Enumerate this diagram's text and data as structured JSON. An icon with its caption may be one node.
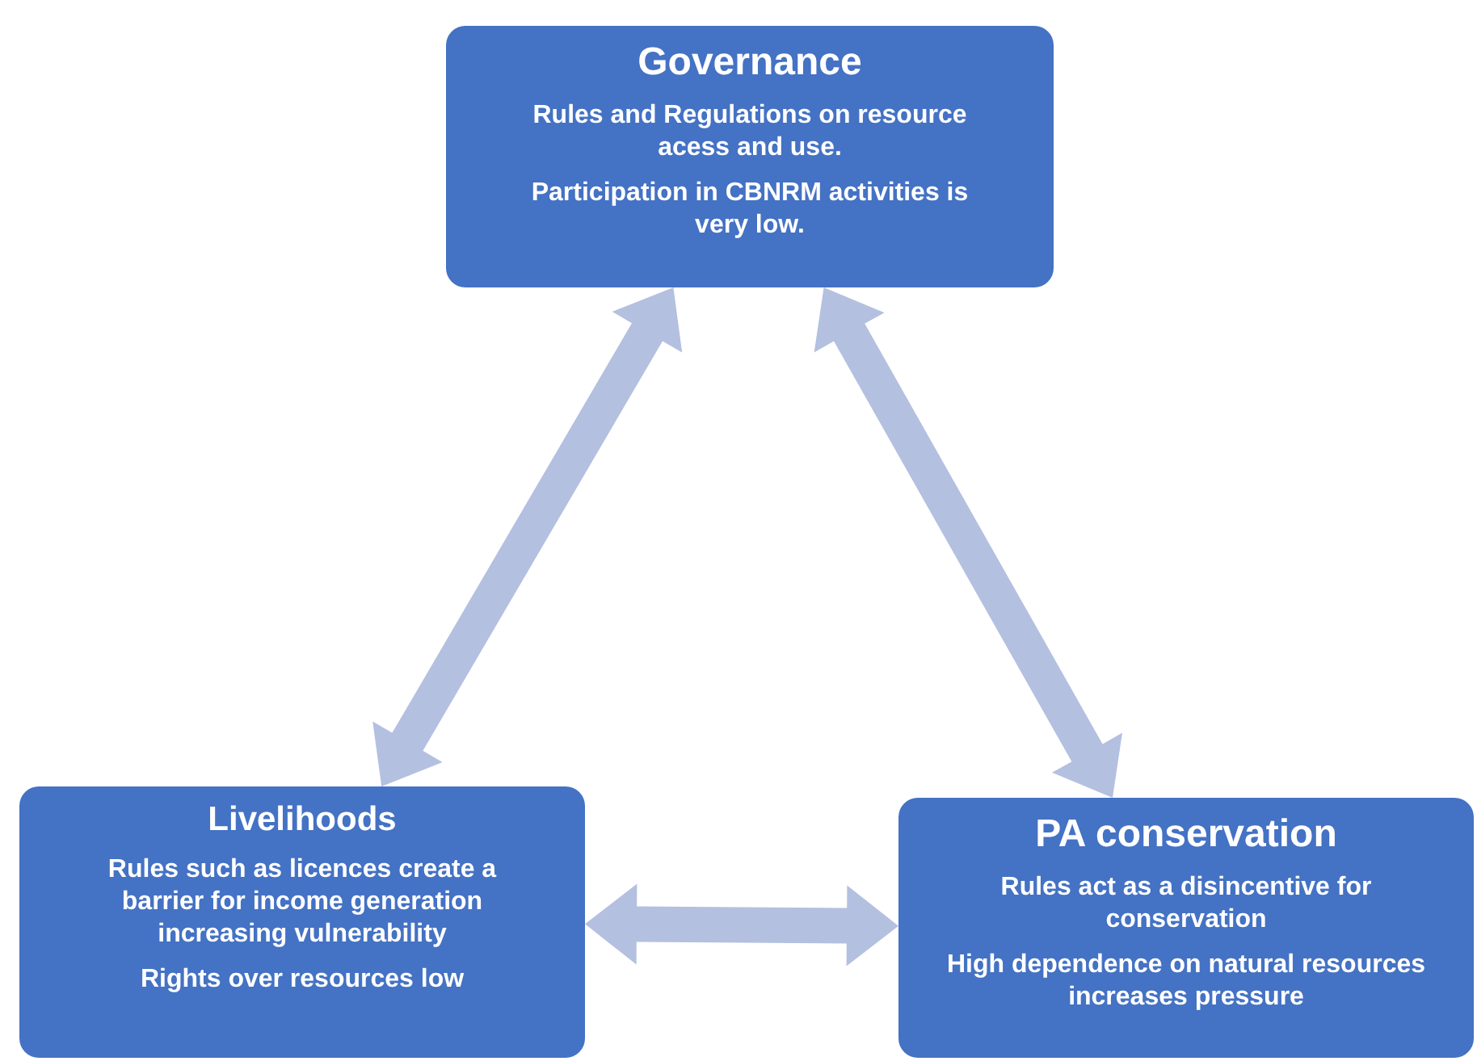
{
  "diagram": {
    "nodes": [
      {
        "text": [
          "Governance",
          "Rules and Regulations on resource acess and use.",
          "Participation in CBNRM activities is very low."
        ]
      },
      {
        "text": [
          "Livelihoods",
          "Rules such as licences create a barrier for income generation increasing vulnerability",
          "Rights over resources low"
        ]
      },
      {
        "text": [
          "PA conservation",
          "Rules act as a disincentive for conservation",
          "High dependence on natural resources increases pressure"
        ]
      }
    ],
    "edges": [
      {
        "from": 1,
        "to": 0,
        "arrow": "both"
      },
      {
        "from": 0,
        "to": 2,
        "arrow": "both"
      },
      {
        "from": 1,
        "to": 2,
        "arrow": "both"
      }
    ]
  }
}
